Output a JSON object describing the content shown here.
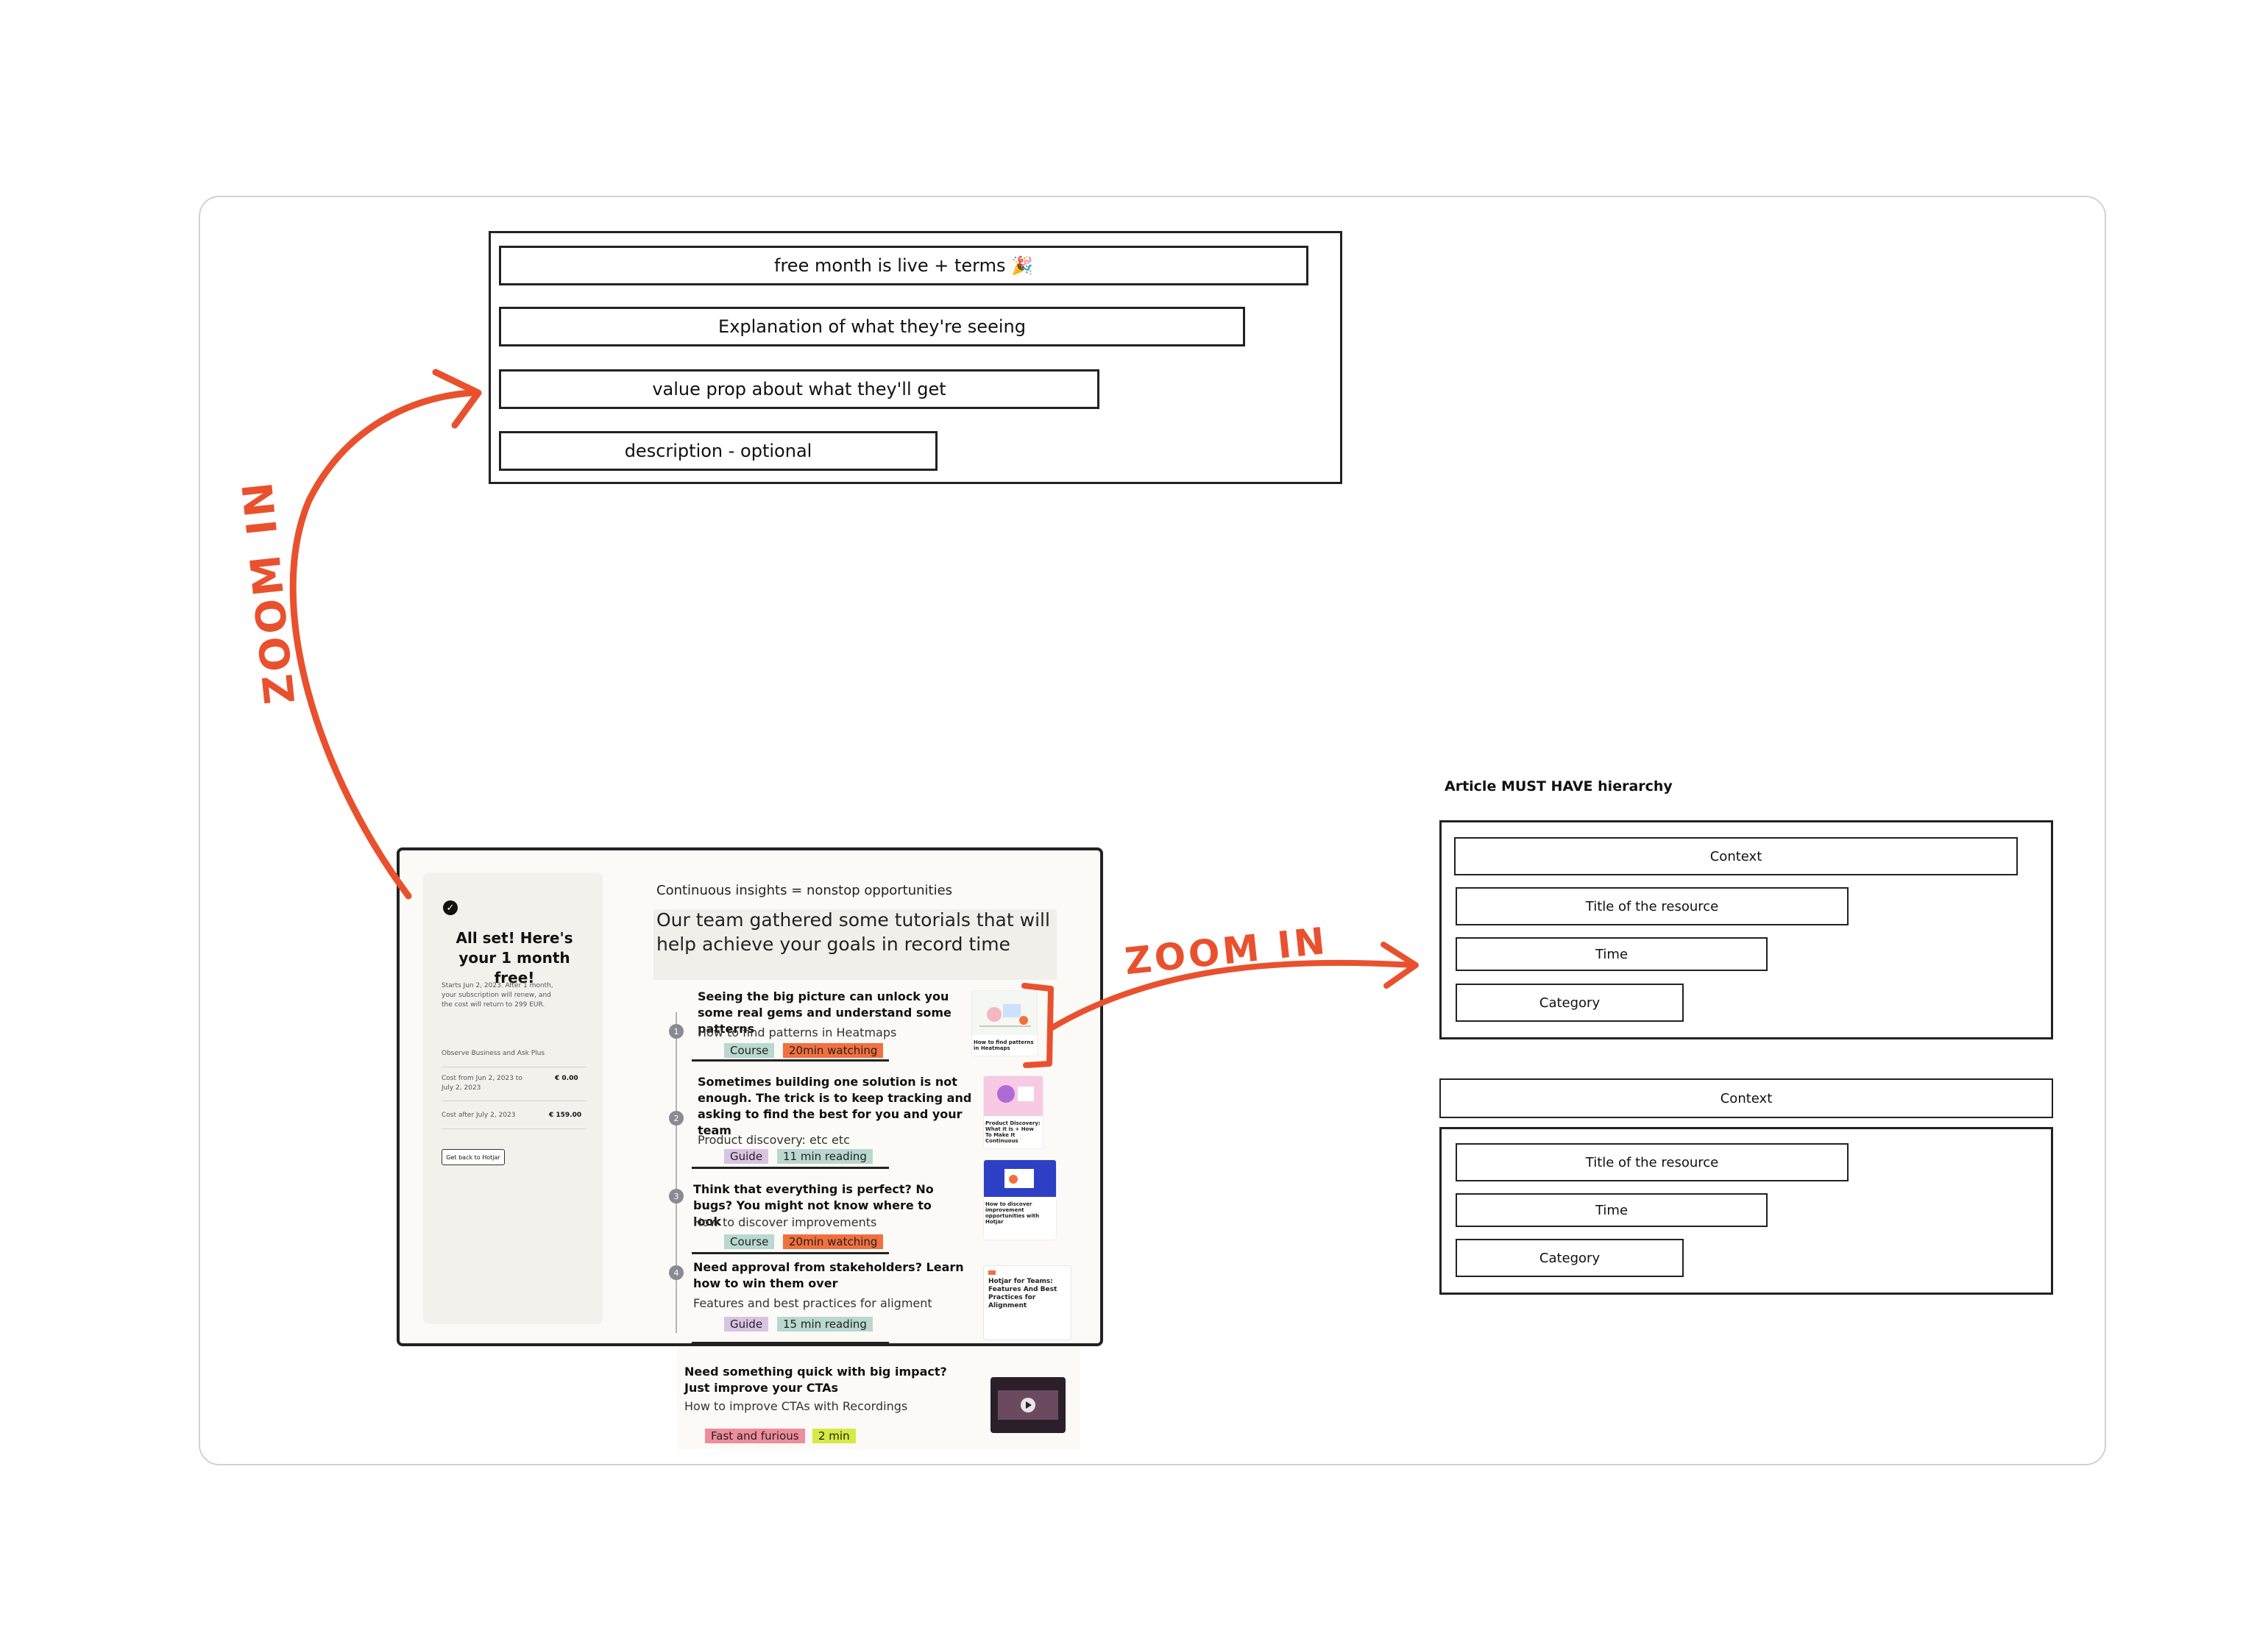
{
  "zoom_label": "ZOOM IN",
  "top_wireframe": {
    "rows": [
      "free month is live + terms 🎉",
      "Explanation of what they're seeing",
      "value prop about what they'll get",
      "description - optional"
    ]
  },
  "hierarchy": {
    "heading": "Article MUST HAVE hierarchy",
    "variant_a": [
      "Context",
      "Title of the resource",
      "Time",
      "Category"
    ],
    "variant_b": [
      "Context",
      "Title of the resource",
      "Time",
      "Category"
    ]
  },
  "mockup": {
    "side": {
      "title": "All set! Here's your 1 month free!",
      "intro": "Starts Jun 2, 2023. After 1 month, your subscription will renew, and the cost will return to 299 EUR.",
      "plan": "Observe Business and Ask Plus",
      "cost_from_label": "Cost from Jun 2, 2023 to July 2, 2023",
      "cost_from_value": "€ 0.00",
      "cost_after_label": "Cost after July 2, 2023",
      "cost_after_value": "€ 159.00",
      "button": "Get back to Hotjar"
    },
    "supertitle": "Continuous insights = nonstop opportunities",
    "headline": "Our team gathered some tutorials that will help achieve your goals in record time",
    "items": [
      {
        "step": "1",
        "title": "Seeing the big picture can unlock you some real gems and understand some patterns",
        "subtitle": "How to find patterns in Heatmaps",
        "category": "Course",
        "time": "20min watching",
        "thumb_caption": "How to find patterns in Heatmaps"
      },
      {
        "step": "2",
        "title": "Sometimes building one solution is not enough. The trick is to keep tracking and asking to find the best for you and your team",
        "subtitle": "Product discovery: etc etc",
        "category": "Guide",
        "time": "11 min reading",
        "thumb_caption": "Product Discovery: What it is + How To Make It Continuous"
      },
      {
        "step": "3",
        "title": "Think that everything is perfect? No bugs? You might not know where to look",
        "subtitle": "How to discover improvements",
        "category": "Course",
        "time": "20min watching",
        "thumb_caption": "How to discover improvement opportunities with Hotjar"
      },
      {
        "step": "4",
        "title": "Need approval from stakeholders? Learn how to win them over",
        "subtitle": "Features and best practices for aligment",
        "category": "Guide",
        "time": "15 min reading",
        "thumb_caption": "Hotjar for Teams: Features And Best Practices for Alignment"
      },
      {
        "step": "",
        "title": "Need something quick with big impact? Just improve your CTAs",
        "subtitle": "How to improve CTAs with Recordings",
        "category": "Fast and furious",
        "time": "2 min",
        "thumb_caption": ""
      }
    ]
  },
  "colors": {
    "annotation": "#e9512e",
    "course": "#b9d8cf",
    "guide": "#d9c3e3",
    "watching": "#f2703f",
    "reading": "#b9d8cf",
    "fast": "#f08c9c",
    "quick": "#d6ea45"
  }
}
